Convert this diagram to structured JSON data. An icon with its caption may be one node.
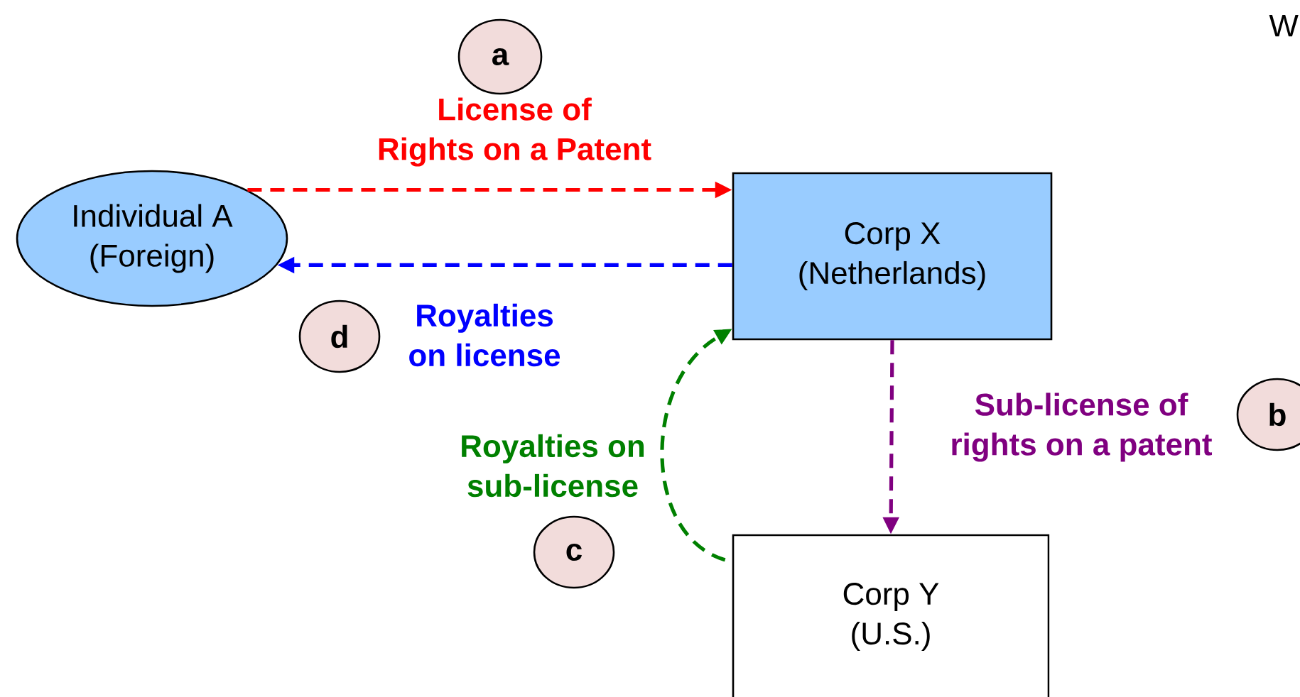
{
  "diagram": {
    "nodes": [
      {
        "text": [
          "a"
        ]
      },
      {
        "text": [
          "Individual A (Foreign)"
        ]
      },
      {
        "text": [
          "Corp X (Netherlands)"
        ]
      },
      {
        "text": [
          "d"
        ]
      },
      {
        "text": [
          "b"
        ]
      },
      {
        "text": [
          "c"
        ]
      },
      {
        "text": [
          "Corp Y (U.S.)"
        ]
      }
    ],
    "edges": [
      {
        "from": 1,
        "to": 2,
        "arrow": "to",
        "label": "License of Rights on a Patent",
        "style": "dashed",
        "color": "#ff0000"
      },
      {
        "from": 2,
        "to": 1,
        "arrow": "to",
        "label": "Royalties on license",
        "style": "dashed",
        "color": "#0000ff"
      },
      {
        "from": 2,
        "to": 6,
        "arrow": "to",
        "label": "Sub-license of rights on a patent",
        "style": "dashed",
        "color": "#800080"
      },
      {
        "from": 6,
        "to": 2,
        "arrow": "to",
        "label": "Royalties on sub-license",
        "style": "dashed",
        "color": "#008000"
      }
    ],
    "labels": [
      "W"
    ]
  }
}
